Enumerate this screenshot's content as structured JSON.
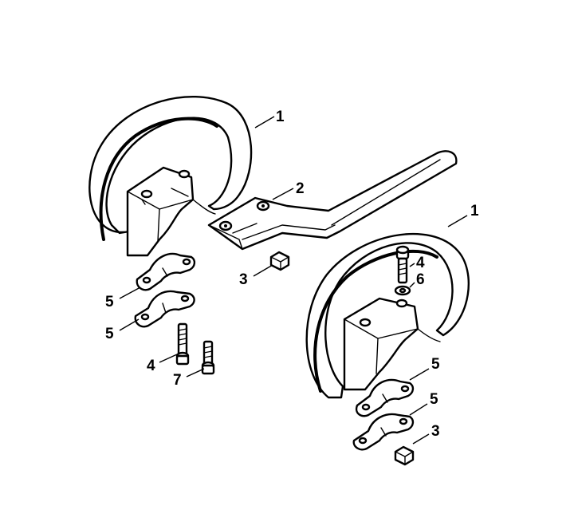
{
  "callouts": {
    "part_1_left": "1",
    "part_2": "2",
    "part_3_left": "3",
    "part_5_upper_left": "5",
    "part_5_lower_left": "5",
    "part_4_left": "4",
    "part_7": "7",
    "part_1_right": "1",
    "part_4_right": "4",
    "part_6": "6",
    "part_5_upper_right": "5",
    "part_5_lower_right": "5",
    "part_3_right": "3"
  }
}
